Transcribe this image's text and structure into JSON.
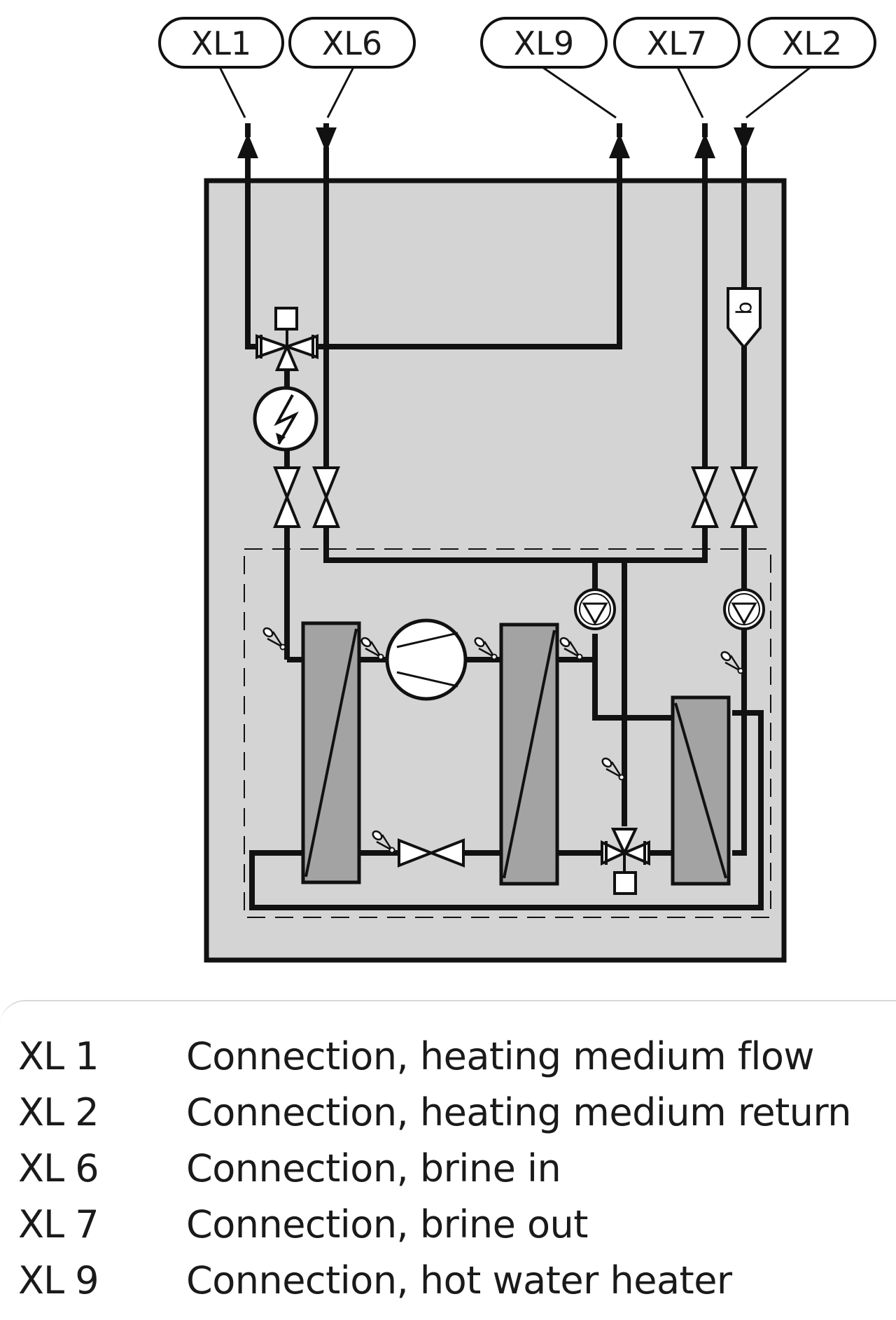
{
  "tags": {
    "xl1": "XL1",
    "xl6": "XL6",
    "xl9": "XL9",
    "xl7": "XL7",
    "xl2": "XL2"
  },
  "filter_symbol": "q",
  "legend": [
    {
      "code": "XL 1",
      "description": "Connection, heating medium flow"
    },
    {
      "code": "XL 2",
      "description": "Connection, heating medium return"
    },
    {
      "code": "XL 6",
      "description": "Connection, brine in"
    },
    {
      "code": "XL 7",
      "description": "Connection, brine out"
    },
    {
      "code": "XL 9",
      "description": "Connection, hot water heater"
    }
  ],
  "colors": {
    "housing_fill": "#d4d4d4",
    "component_fill": "#a3a3a3",
    "line": "#111111"
  },
  "icons": [
    "electric-heater-icon",
    "compressor-icon",
    "circulation-pump-icon",
    "shunt-valve-icon",
    "shut-off-valve-icon",
    "expansion-valve-icon",
    "temperature-sensor-icon",
    "particle-filter-icon"
  ]
}
